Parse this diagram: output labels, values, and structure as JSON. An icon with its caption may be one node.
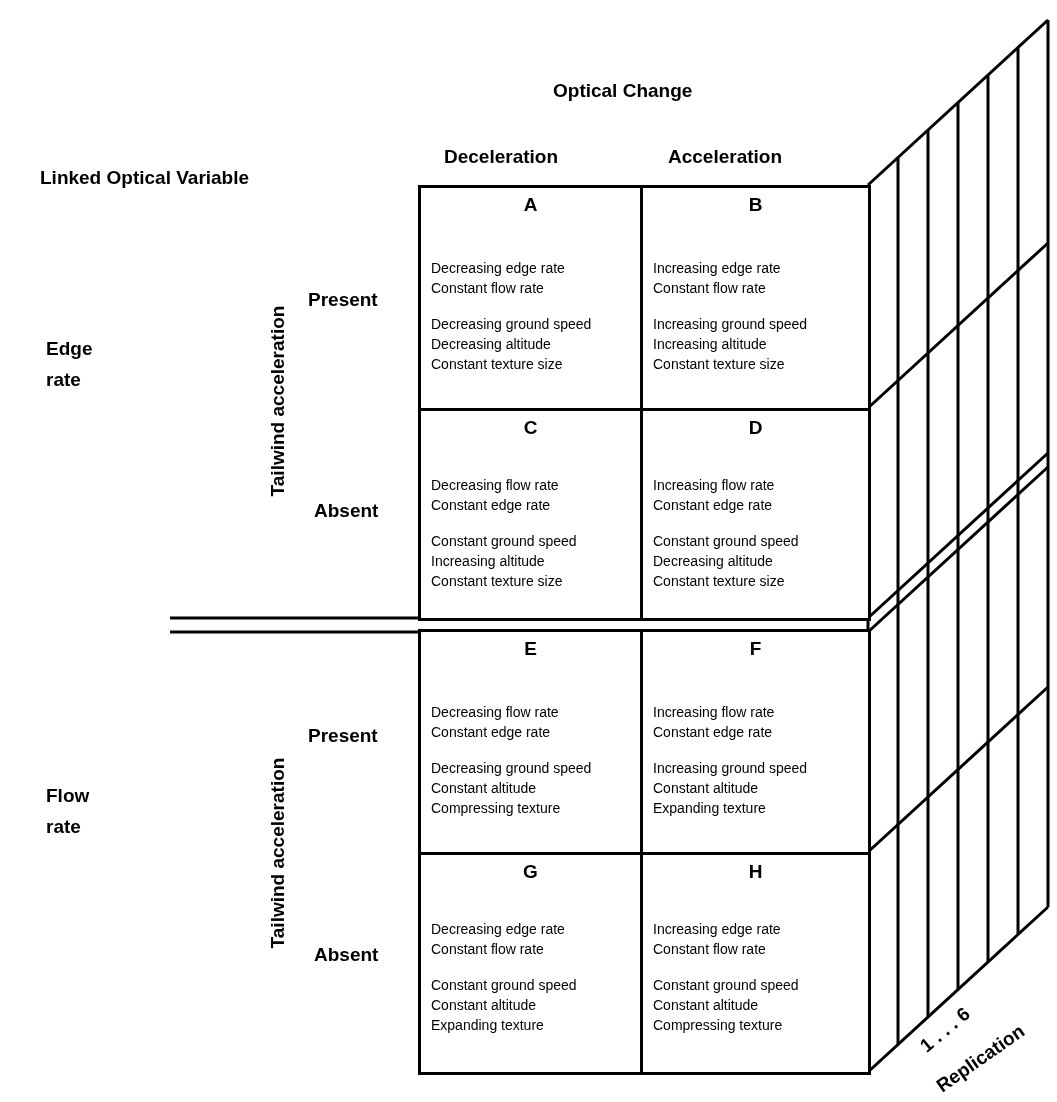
{
  "diagram": {
    "nodes": [
      {
        "text": [
          "A",
          "Decreasing edge rate",
          "Constant flow rate",
          "Decreasing ground speed",
          "Decreasing altitude",
          "Constant texture size"
        ]
      },
      {
        "text": [
          "B",
          "Increasing edge rate",
          "Constant flow rate",
          "Increasing ground speed",
          "Increasing altitude",
          "Constant texture size"
        ]
      },
      {
        "text": [
          "C",
          "Decreasing flow rate",
          "Constant edge rate",
          "Constant ground speed",
          "Increasing altitude",
          "Constant texture size"
        ]
      },
      {
        "text": [
          "D",
          "Increasing flow rate",
          "Constant edge rate",
          "Constant ground speed",
          "Decreasing altitude",
          "Constant texture size"
        ]
      },
      {
        "text": [
          "E",
          "Decreasing flow rate",
          "Constant edge rate",
          "Decreasing ground speed",
          "Constant altitude",
          "Compressing texture"
        ]
      },
      {
        "text": [
          "F",
          "Increasing flow rate",
          "Constant edge rate",
          "Increasing ground speed",
          "Constant altitude",
          "Expanding texture"
        ]
      },
      {
        "text": [
          "G",
          "Decreasing edge rate",
          "Constant flow rate",
          "Constant ground speed",
          "Constant altitude",
          "Expanding texture"
        ]
      },
      {
        "text": [
          "H",
          "Increasing edge rate",
          "Constant flow rate",
          "Constant ground speed",
          "Constant altitude",
          "Compressing texture"
        ]
      }
    ],
    "edges": [],
    "labels": [
      "Optical Change",
      "Linked Optical Variable",
      "Deceleration",
      "Acceleration",
      "Edge rate",
      "Tailwind acceleration",
      "Present",
      "Absent",
      "Flow rate",
      "Tailwind acceleration",
      "Present",
      "Absent",
      "1 . . . 6",
      "Replication"
    ]
  }
}
